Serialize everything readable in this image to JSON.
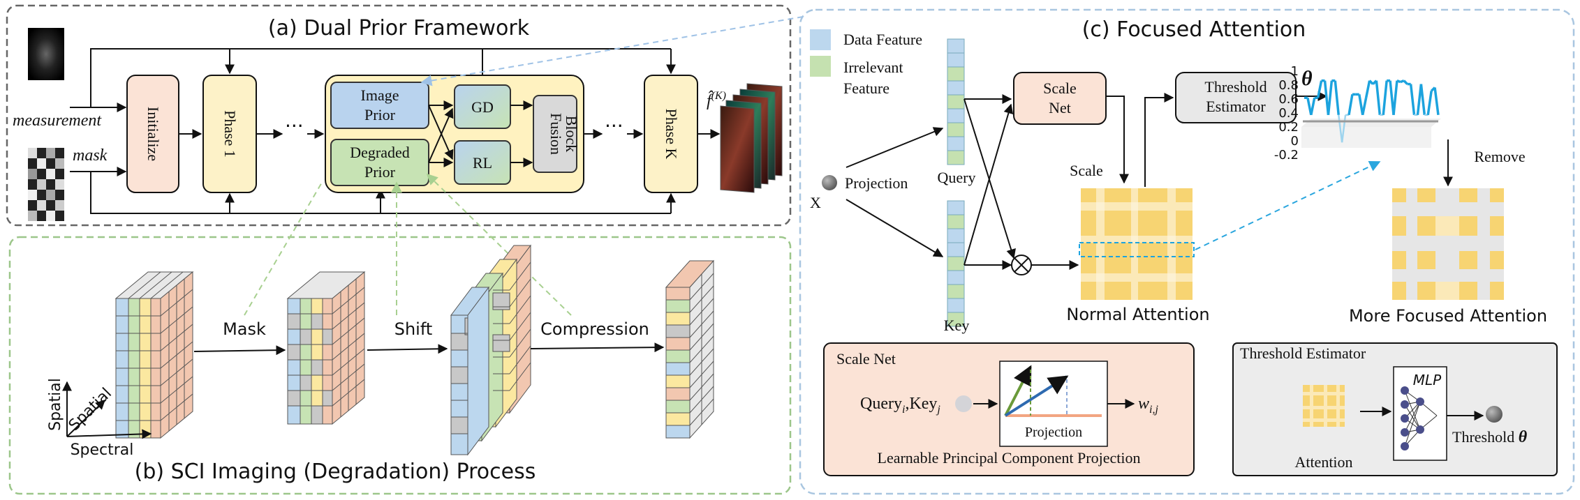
{
  "colors": {
    "panel_a_border": "#666666",
    "panel_b_border": "#9cc68a",
    "panel_c_border": "#a9c6e0",
    "initialize_fill": "#fbe3d6",
    "phase_fill": "#fdf2c8",
    "image_prior_fill": "#b9d3ee",
    "degraded_prior_fill": "#c7e3b4",
    "fusion_fill": "#d9d9d9",
    "prior_group_fill": "#fff2c0",
    "scale_net_fill": "#fbe3d6",
    "threshold_fill": "#e8e8e8",
    "data_feature": "#bcd7ee",
    "irrelevant_feature": "#c5e1b0",
    "attention_yellow": "#f7d472",
    "attention_pale": "#fbe9b8",
    "curve_blue": "#1ca3de",
    "curve_light": "#9ed4ee"
  },
  "panel_a": {
    "title": "(a) Dual Prior Framework",
    "measurement_label": "measurement",
    "mask_label": "mask",
    "initialize_label": "Initialize",
    "phase1_label": "Phase 1",
    "phaseK_label": "Phase K",
    "image_prior_line1": "Image",
    "image_prior_line2": "Prior",
    "degraded_prior_line1": "Degraded",
    "degraded_prior_line2": "Prior",
    "gd_label": "GD",
    "rl_label": "RL",
    "fusion_line1": "Fusion",
    "fusion_line2": "Block",
    "dots1": "···",
    "dots2": "···",
    "output_label": "f̂(K)"
  },
  "panel_b": {
    "title": "(b) SCI Imaging (Degradation) Process",
    "mask_label": "Mask",
    "shift_label": "Shift",
    "compression_label": "Compression",
    "axis_spatial_v": "Spatial",
    "axis_spatial_d": "Spatial",
    "axis_spectral": "Spectral"
  },
  "panel_c": {
    "title": "(c) Focused Attention",
    "legend_data": "Data Feature",
    "legend_irrelevant_line1": "Irrelevant",
    "legend_irrelevant_line2": "Feature",
    "x_label": "X",
    "projection_label": "Projection",
    "query_label": "Query",
    "key_label": "Key",
    "scale_net_line1": "Scale",
    "scale_net_line2": "Net",
    "scale_label": "Scale",
    "threshold_line1": "Threshold",
    "threshold_line2": "Estimator",
    "theta_label": "θ",
    "normal_attention_label": "Normal Attention",
    "more_focused_label": "More Focused Attention",
    "remove_label": "Remove",
    "y_ticks": [
      "1",
      "0.8",
      "0.6",
      "0.4",
      "0.2",
      "0",
      "-0.2"
    ],
    "scale_net_box": {
      "title": "Scale Net",
      "input": "Queryi,Keyj",
      "input_query": "Query",
      "input_i": "i",
      "input_key": "Key",
      "input_j": "j",
      "projection": "Projection",
      "output_w": "w",
      "output_sub": "i,j",
      "caption": "Learnable Principal Component Projection"
    },
    "threshold_box": {
      "title": "Threshold Estimator",
      "mlp": "MLP",
      "attention": "Attention",
      "threshold_out": "Threshold",
      "theta": "θ"
    }
  },
  "curve_data": {
    "type": "line",
    "series": [
      {
        "values": [
          0.55,
          0.55,
          0.3,
          0.55,
          0.55,
          0.8,
          0.8,
          0.3,
          0.8,
          0.8,
          0.3,
          -0.1,
          0.3,
          0.3,
          0.6,
          0.6,
          0.6,
          0.3,
          0.55,
          0.8,
          0.75,
          0.8,
          0.3,
          0.3,
          0.8,
          0.8,
          0.3,
          0.8,
          0.78,
          0.8,
          0.75,
          0.75,
          0.3,
          0.3,
          0.75,
          0.3,
          0.3,
          0.65,
          0.7,
          0.3
        ]
      }
    ],
    "threshold": 0.3,
    "ylim": [
      -0.2,
      1
    ]
  }
}
